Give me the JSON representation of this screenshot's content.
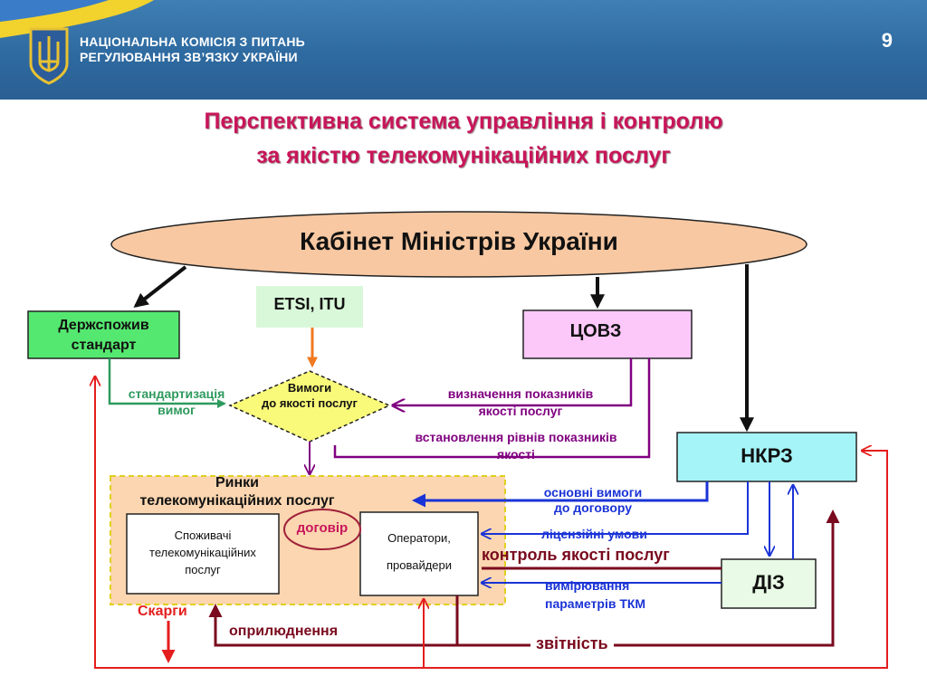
{
  "header": {
    "org_line1": "НАЦІОНАЛЬНА КОМІСІЯ З ПИТАНЬ",
    "org_line2": "РЕГУЛЮВАННЯ ЗВ’ЯЗКУ УКРАЇНИ",
    "page_number": "9"
  },
  "title": {
    "line1": "Перспективна система управління  і контролю",
    "line2": "за якістю телекомунікаційних послуг"
  },
  "nodes": {
    "cabinet": "Кабінет Міністрів України",
    "etsi": "ETSI, ITU",
    "derzhspozhyv_line1": "Держспожив",
    "derzhspozhyv_line2": "стандарт",
    "tsovz": "ЦОВЗ",
    "requirements_line1": "Вимоги",
    "requirements_line2": "до якості послуг",
    "nkrz": "НКРЗ",
    "diz": "ДІЗ",
    "markets_line1": "Ринки",
    "markets_line2": "телекомунікаційних послуг",
    "consumers_line1": "Споживачі",
    "consumers_line2": "телекомунікаційних",
    "consumers_line3": "послуг",
    "contract": "договір",
    "operators_line1": "Оператори,",
    "operators_line2": "провайдери"
  },
  "edges": {
    "standardization_line1": "стандартизація",
    "standardization_line2": "вимог",
    "indicators_line1": "визначення показників",
    "indicators_line2": "якості послуг",
    "levels_line1": "встановлення рівнів показників",
    "levels_line2": "якості",
    "basic_req_line1": "основні вимоги",
    "basic_req_line2": "до договору",
    "license": "ліцензійні умови",
    "quality_control": "контроль якості послуг",
    "measurement_line1": "вимірювання",
    "measurement_line2": "параметрів ТКМ",
    "complaints": "Скарги",
    "publication": "оприлюднення",
    "reporting": "звітність"
  },
  "colors": {
    "title": "#c8155a",
    "green": "#2e9a5e",
    "purple": "#800080",
    "blue": "#1a33d6",
    "red": "#e41e1e",
    "dark_red": "#7a0a1e",
    "orange": "#f07a22",
    "ellipse_fill": "#f7c8a2",
    "market_fill": "#fbd6b0",
    "nkrz_fill": "#a5f4f7"
  }
}
